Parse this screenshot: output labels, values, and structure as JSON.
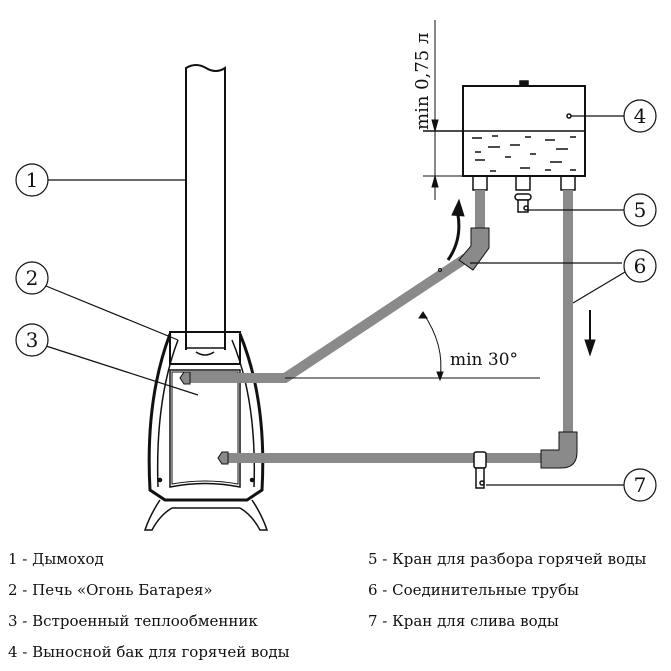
{
  "callouts": [
    "1",
    "2",
    "3",
    "4",
    "5",
    "6",
    "7"
  ],
  "annotations": {
    "height": "min 0,75 л",
    "angle": "min 30°"
  },
  "colors": {
    "pipe": "#8a8a8a",
    "line": "#111111"
  },
  "legend": [
    "1 - Дымоход",
    "2 - Печь «Огонь Батарея»",
    "3 - Встроенный теплообменник",
    "4 - Выносной бак для горячей воды",
    "5 - Кран для разбора горячей воды",
    "6 - Соединительные трубы",
    "7 - Кран для слива воды"
  ]
}
